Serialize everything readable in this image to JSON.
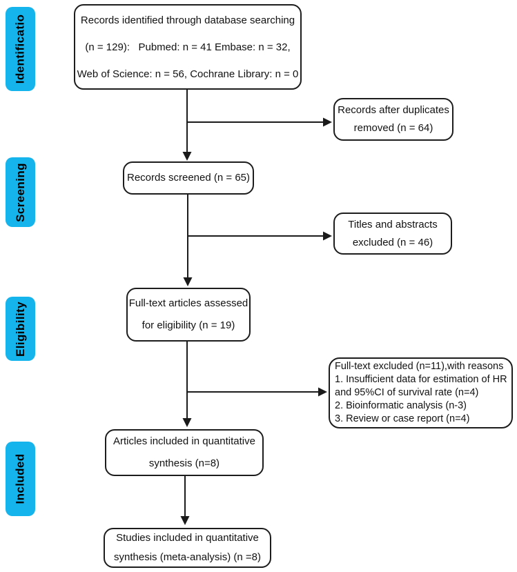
{
  "palette": {
    "stage_bg": "#15b4ec",
    "outline": "#1c1c1c",
    "arrow": "#1a1a1a",
    "ink": "#111111",
    "page_bg": "#ffffff"
  },
  "stages": [
    {
      "label": "Identificatio"
    },
    {
      "label": "Screening"
    },
    {
      "label": "Eligibility"
    },
    {
      "label": "Included"
    }
  ],
  "boxes": [
    {
      "lines": [
        "Records identified through database searching",
        "(n = 129):   Pubmed: n = 41 Embase: n = 32,",
        "Web of Science: n = 56, Cochrane Library: n = 0"
      ]
    },
    {
      "lines": [
        "Records after duplicates",
        "removed (n = 64)"
      ]
    },
    {
      "lines": [
        "Records screened (n = 65)"
      ]
    },
    {
      "lines": [
        "Titles and abstracts",
        "excluded (n = 46)"
      ]
    },
    {
      "lines": [
        "Full-text articles assessed",
        "for eligibility (n = 19)"
      ]
    },
    {
      "lines": [
        "Full-text excluded (n=11),with reasons",
        "1. Insufficient data for estimation of HR",
        "and 95%CI of survival rate (n=4)",
        "2. Bioinformatic analysis (n-3)",
        "3. Review or case report (n=4)"
      ]
    },
    {
      "lines": [
        "Articles included in quantitative",
        "synthesis (n=8)"
      ]
    },
    {
      "lines": [
        "Studies included in quantitative",
        "synthesis (meta-analysis) (n =8)"
      ]
    }
  ]
}
